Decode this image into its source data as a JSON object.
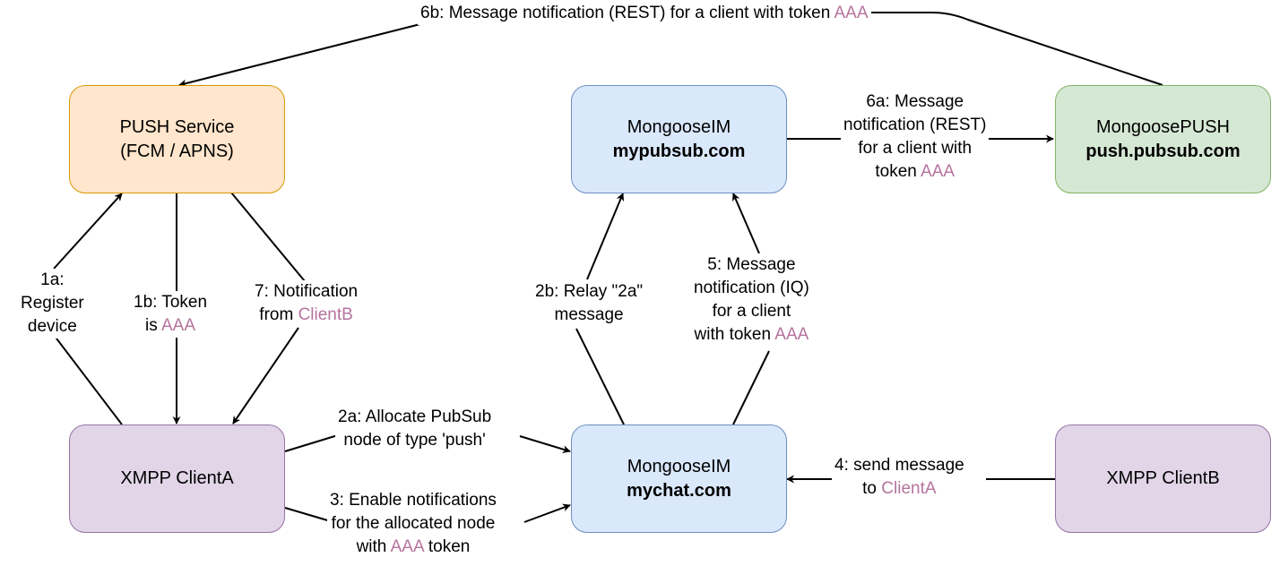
{
  "colors": {
    "highlight": "#b5739d",
    "push_service": {
      "fill": "#ffe6cc",
      "stroke": "#d79b00"
    },
    "mongooseim": {
      "fill": "#dae8fc",
      "stroke": "#6c8ebf"
    },
    "mongoosepush": {
      "fill": "#d5e8d4",
      "stroke": "#82b366"
    },
    "xmpp_client": {
      "fill": "#e1d5e7",
      "stroke": "#9673a6"
    }
  },
  "nodes": {
    "push_service": {
      "line1": "PUSH Service",
      "line2": "(FCM / APNS)"
    },
    "mim_pubsub": {
      "line1": "MongooseIM",
      "line2": "mypubsub.com"
    },
    "mongoose_push": {
      "line1": "MongoosePUSH",
      "line2": "push.pubsub.com"
    },
    "client_a": {
      "line1": "XMPP ClientA"
    },
    "mim_chat": {
      "line1": "MongooseIM",
      "line2": "mychat.com"
    },
    "client_b": {
      "line1": "XMPP ClientB"
    }
  },
  "edges": {
    "e6b": {
      "text": "6b: Message notification (REST) for a client with token ",
      "token": "AAA"
    },
    "e6a": {
      "l1": "6a: Message",
      "l2": "notification (REST)",
      "l3": "for a client with",
      "l4a": "token ",
      "token": "AAA"
    },
    "e1a": {
      "l1": "1a:",
      "l2": "Register",
      "l3": "device"
    },
    "e1b": {
      "l1": "1b: Token",
      "l2a": "is ",
      "token": "AAA"
    },
    "e7": {
      "l1": "7: Notification",
      "l2a": "from ",
      "client": "ClientB"
    },
    "e2b": {
      "l1": "2b: Relay \"2a\"",
      "l2": "message"
    },
    "e5": {
      "l1": "5: Message",
      "l2": "notification (IQ)",
      "l3": "for a client",
      "l4a": "with token ",
      "token": "AAA"
    },
    "e2a": {
      "l1": "2a: Allocate PubSub",
      "l2": "node of type 'push'"
    },
    "e3": {
      "l1": "3: Enable notifications",
      "l2": "for the allocated node",
      "l3a": "with ",
      "token": "AAA",
      "l3b": " token"
    },
    "e4": {
      "l1": "4: send message",
      "l2a": "to ",
      "client": "ClientA"
    }
  }
}
